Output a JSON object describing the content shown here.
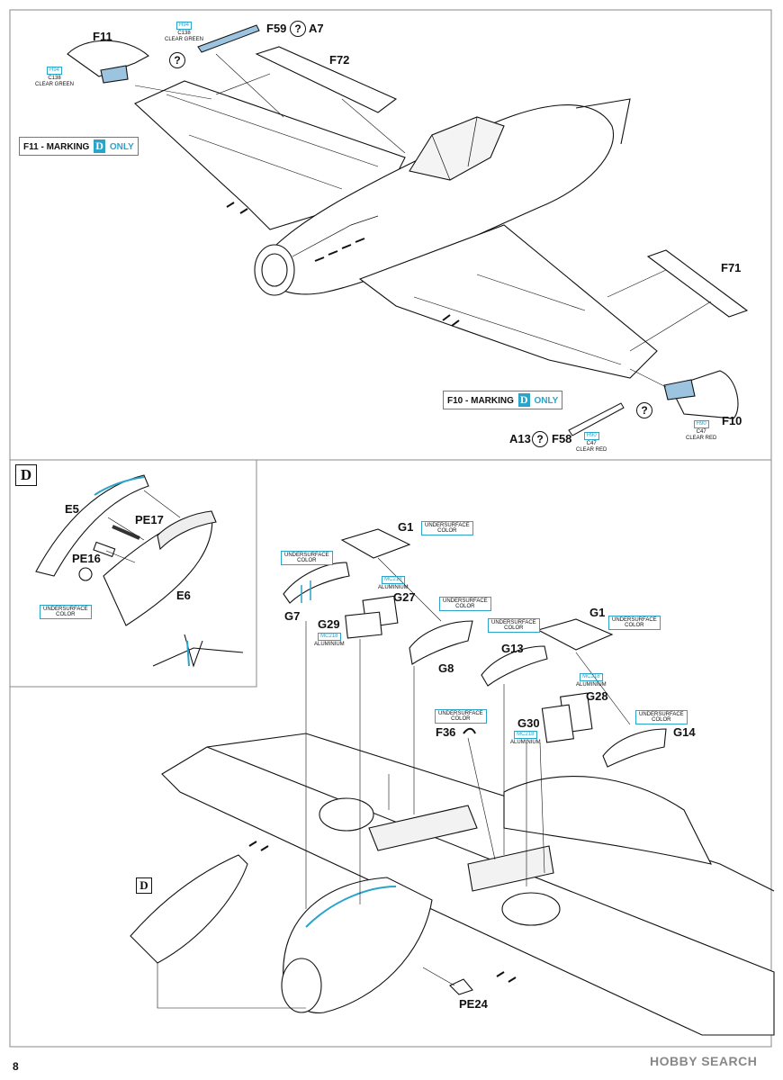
{
  "page_number": "8",
  "watermark": "HOBBY SEARCH",
  "step1": {
    "parts": [
      "F11",
      "F59",
      "A7",
      "F72",
      "F71",
      "F10",
      "A13",
      "F58"
    ],
    "note_f11": "F11 - MARKING",
    "note_f10": "F10 - MARKING",
    "marking_letter": "D",
    "only": "ONLY",
    "question": "?",
    "colors": {
      "f11_code": "H94",
      "f11_code2": "C138",
      "f11_name": "CLEAR GREEN",
      "f59_code": "H94",
      "f59_code2": "C138",
      "f59_name": "CLEAR GREEN",
      "f58_code": "H90",
      "f58_code2": "C47",
      "f58_name": "CLEAR RED",
      "f10_code": "H90",
      "f10_code2": "C47",
      "f10_name": "CLEAR RED"
    }
  },
  "step_d": {
    "marker": "D",
    "parts": [
      "E5",
      "PE17",
      "PE16",
      "E6"
    ],
    "underside_line1": "UNDERSURFACE",
    "underside_line2": "COLOR"
  },
  "step3": {
    "parts": [
      "G1",
      "G27",
      "G7",
      "G29",
      "G8",
      "G1",
      "G13",
      "G28",
      "F36",
      "G30",
      "G14",
      "PE24"
    ],
    "underside_line1": "UNDERSURFACE",
    "underside_line2": "COLOR",
    "mc_code": "MC218",
    "mc_name": "ALUMINIUM",
    "marker": "D"
  },
  "colors": {
    "accent": "#2aa4c9",
    "ink": "#111111",
    "frame": "#777777"
  }
}
